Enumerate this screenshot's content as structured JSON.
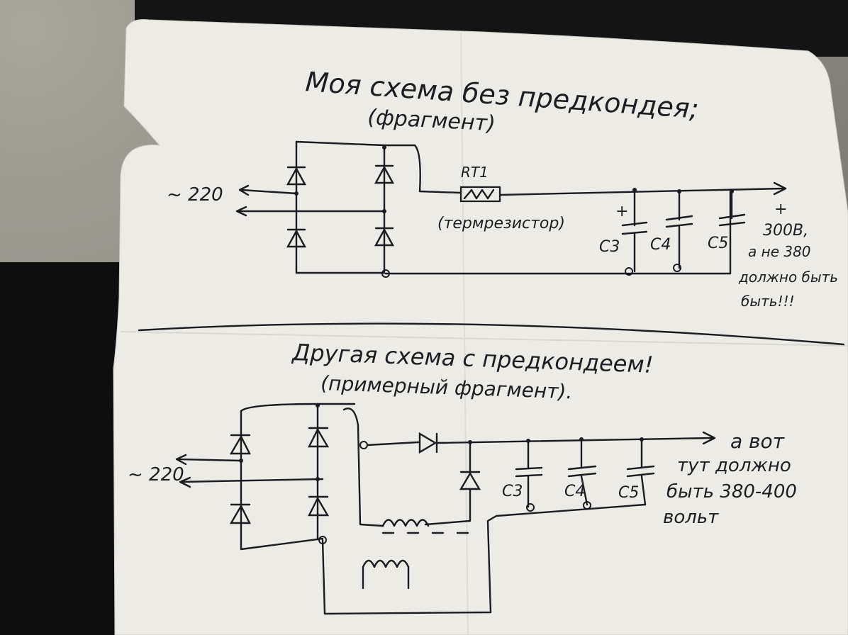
{
  "colors": {
    "paper": "#ecebe6",
    "ink": "#1b1b20",
    "background_dark": "#141414",
    "ground": "#8c8a82"
  },
  "diagram1": {
    "title": "Моя схема без предкондея;",
    "subtitle": "(фрагмент)",
    "input_label": "~ 220",
    "thermistor_label": "RT1",
    "thermistor_note": "(термрезистор)",
    "capacitors": [
      "C3",
      "C4",
      "C5"
    ],
    "plus_sign": "+",
    "output_plus": "+",
    "output_voltage": "300В,",
    "note_line1": "а не 380",
    "note_line2": "должно быть",
    "note_line3": "быть!!!"
  },
  "diagram2": {
    "title": "Другая схема с предкондеем!",
    "subtitle": "(примерный фрагмент).",
    "input_label": "~ 220",
    "capacitors": [
      "C3",
      "C4",
      "C5"
    ],
    "note_line1": "а вот",
    "note_line2": "тут должно",
    "note_line3": "быть 380-400",
    "note_line4": "вольт"
  }
}
